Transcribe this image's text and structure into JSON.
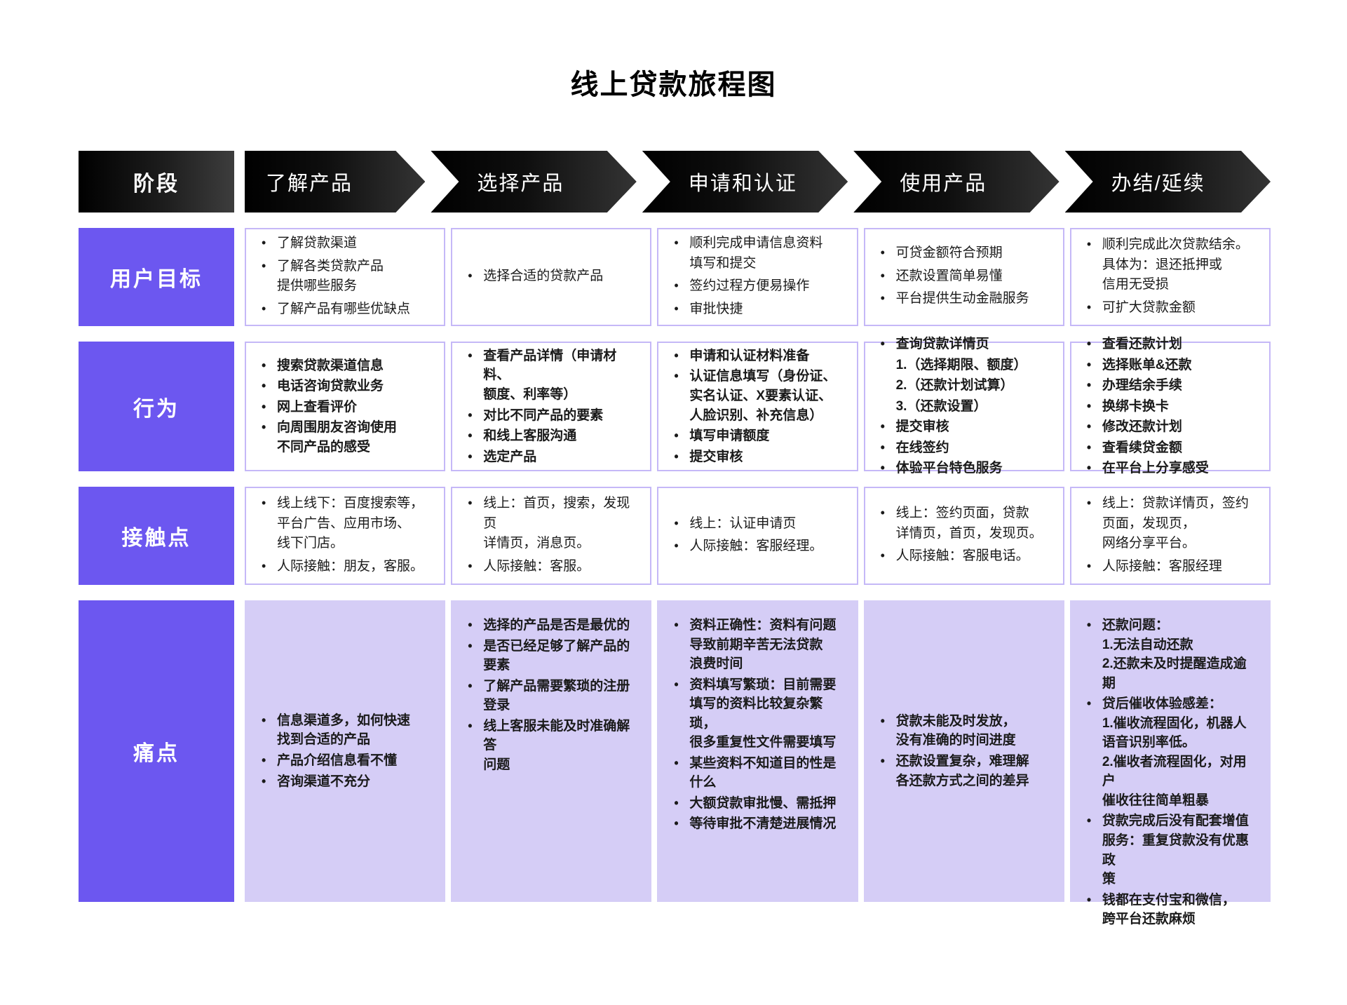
{
  "title": "线上贷款旅程图",
  "header": {
    "stage_label": "阶段",
    "stages": [
      "了解产品",
      "选择产品",
      "申请和认证",
      "使用产品",
      "办结/延续"
    ]
  },
  "colors": {
    "accent_purple": "#6c57f0",
    "cell_border": "#c5b8f7",
    "pain_fill": "#d5cdf6",
    "header_black": "#000000"
  },
  "rows": [
    {
      "label": "用户目标",
      "cells": [
        {
          "items": [
            "了解贷款渠道",
            "了解各类贷款产品\n提供哪些服务",
            "了解产品有哪些优缺点"
          ]
        },
        {
          "items": [
            "选择合适的贷款产品"
          ]
        },
        {
          "items": [
            "顺利完成申请信息资料\n填写和提交",
            "签约过程方便易操作",
            "审批快捷"
          ]
        },
        {
          "items": [
            "可贷金额符合预期",
            "还款设置简单易懂",
            "平台提供生动金融服务"
          ]
        },
        {
          "items": [
            "顺利完成此次贷款结余。\n具体为：退还抵押或\n信用无受损",
            "可扩大贷款金额"
          ]
        }
      ]
    },
    {
      "label": "行为",
      "cells": [
        {
          "items": [
            "搜索贷款渠道信息",
            "电话咨询贷款业务",
            "网上查看评价",
            "向周围朋友咨询使用\n不同产品的感受"
          ]
        },
        {
          "items": [
            "查看产品详情（申请材料、\n额度、利率等）",
            "对比不同产品的要素",
            "和线上客服沟通",
            "选定产品"
          ]
        },
        {
          "items": [
            "申请和认证材料准备",
            "认证信息填写（身份证、\n实名认证、X要素认证、\n人脸识别、补充信息）",
            "填写申请额度",
            "提交审核"
          ]
        },
        {
          "items": [
            "查询贷款详情页"
          ],
          "numbered": [
            "1.（选择期限、额度）",
            "2.（还款计划试算）",
            "3.（还款设置）"
          ],
          "items_after": [
            "提交审核",
            "在线签约",
            "体验平台特色服务"
          ]
        },
        {
          "items": [
            "查看还款计划",
            "选择账单&还款",
            "办理结余手续",
            "换绑卡换卡",
            "修改还款计划",
            "查看续贷金额",
            "在平台上分享感受"
          ]
        }
      ]
    },
    {
      "label": "接触点",
      "cells": [
        {
          "items": [
            "线上线下：百度搜索等，\n平台广告、应用市场、\n线下门店。",
            "人际接触：朋友，客服。"
          ]
        },
        {
          "items": [
            "线上：首页，搜索，发现页\n详情页，消息页。",
            "人际接触：客服。"
          ]
        },
        {
          "items": [
            "线上：认证申请页",
            "人际接触：客服经理。"
          ]
        },
        {
          "items": [
            "线上：签约页面，贷款\n详情页，首页，发现页。",
            "人际接触：客服电话。"
          ]
        },
        {
          "items": [
            "线上：贷款详情页，签约\n页面，发现页，\n网络分享平台。",
            "人际接触：客服经理"
          ]
        }
      ]
    },
    {
      "label": "痛点",
      "cells": [
        {
          "items": [
            "信息渠道多，如何快速\n找到合适的产品",
            "产品介绍信息看不懂",
            "咨询渠道不充分"
          ]
        },
        {
          "items": [
            "选择的产品是否是最优的",
            "是否已经足够了解产品的\n要素",
            "了解产品需要繁琐的注册\n登录",
            "线上客服未能及时准确解答\n问题"
          ]
        },
        {
          "items": [
            "资料正确性：资料有问题\n导致前期辛苦无法贷款\n浪费时间",
            "资料填写繁琐：目前需要\n填写的资料比较复杂繁琐，\n很多重复性文件需要填写",
            "某些资料不知道目的性是\n什么",
            "大额贷款审批慢、需抵押",
            "等待审批不清楚进展情况"
          ]
        },
        {
          "items": [
            "贷款未能及时发放，\n没有准确的时间进度",
            "还款设置复杂，难理解\n各还款方式之间的差异"
          ]
        },
        {
          "items": [
            "还款问题：\n1.无法自动还款\n2.还款未及时提醒造成逾期",
            "贷后催收体验感差：\n1.催收流程固化，机器人\n语音识别率低。\n2.催收者流程固化，对用户\n催收往往简单粗暴",
            "贷款完成后没有配套增值\n服务：重复贷款没有优惠政\n策",
            "钱都在支付宝和微信，\n跨平台还款麻烦"
          ]
        }
      ]
    }
  ]
}
